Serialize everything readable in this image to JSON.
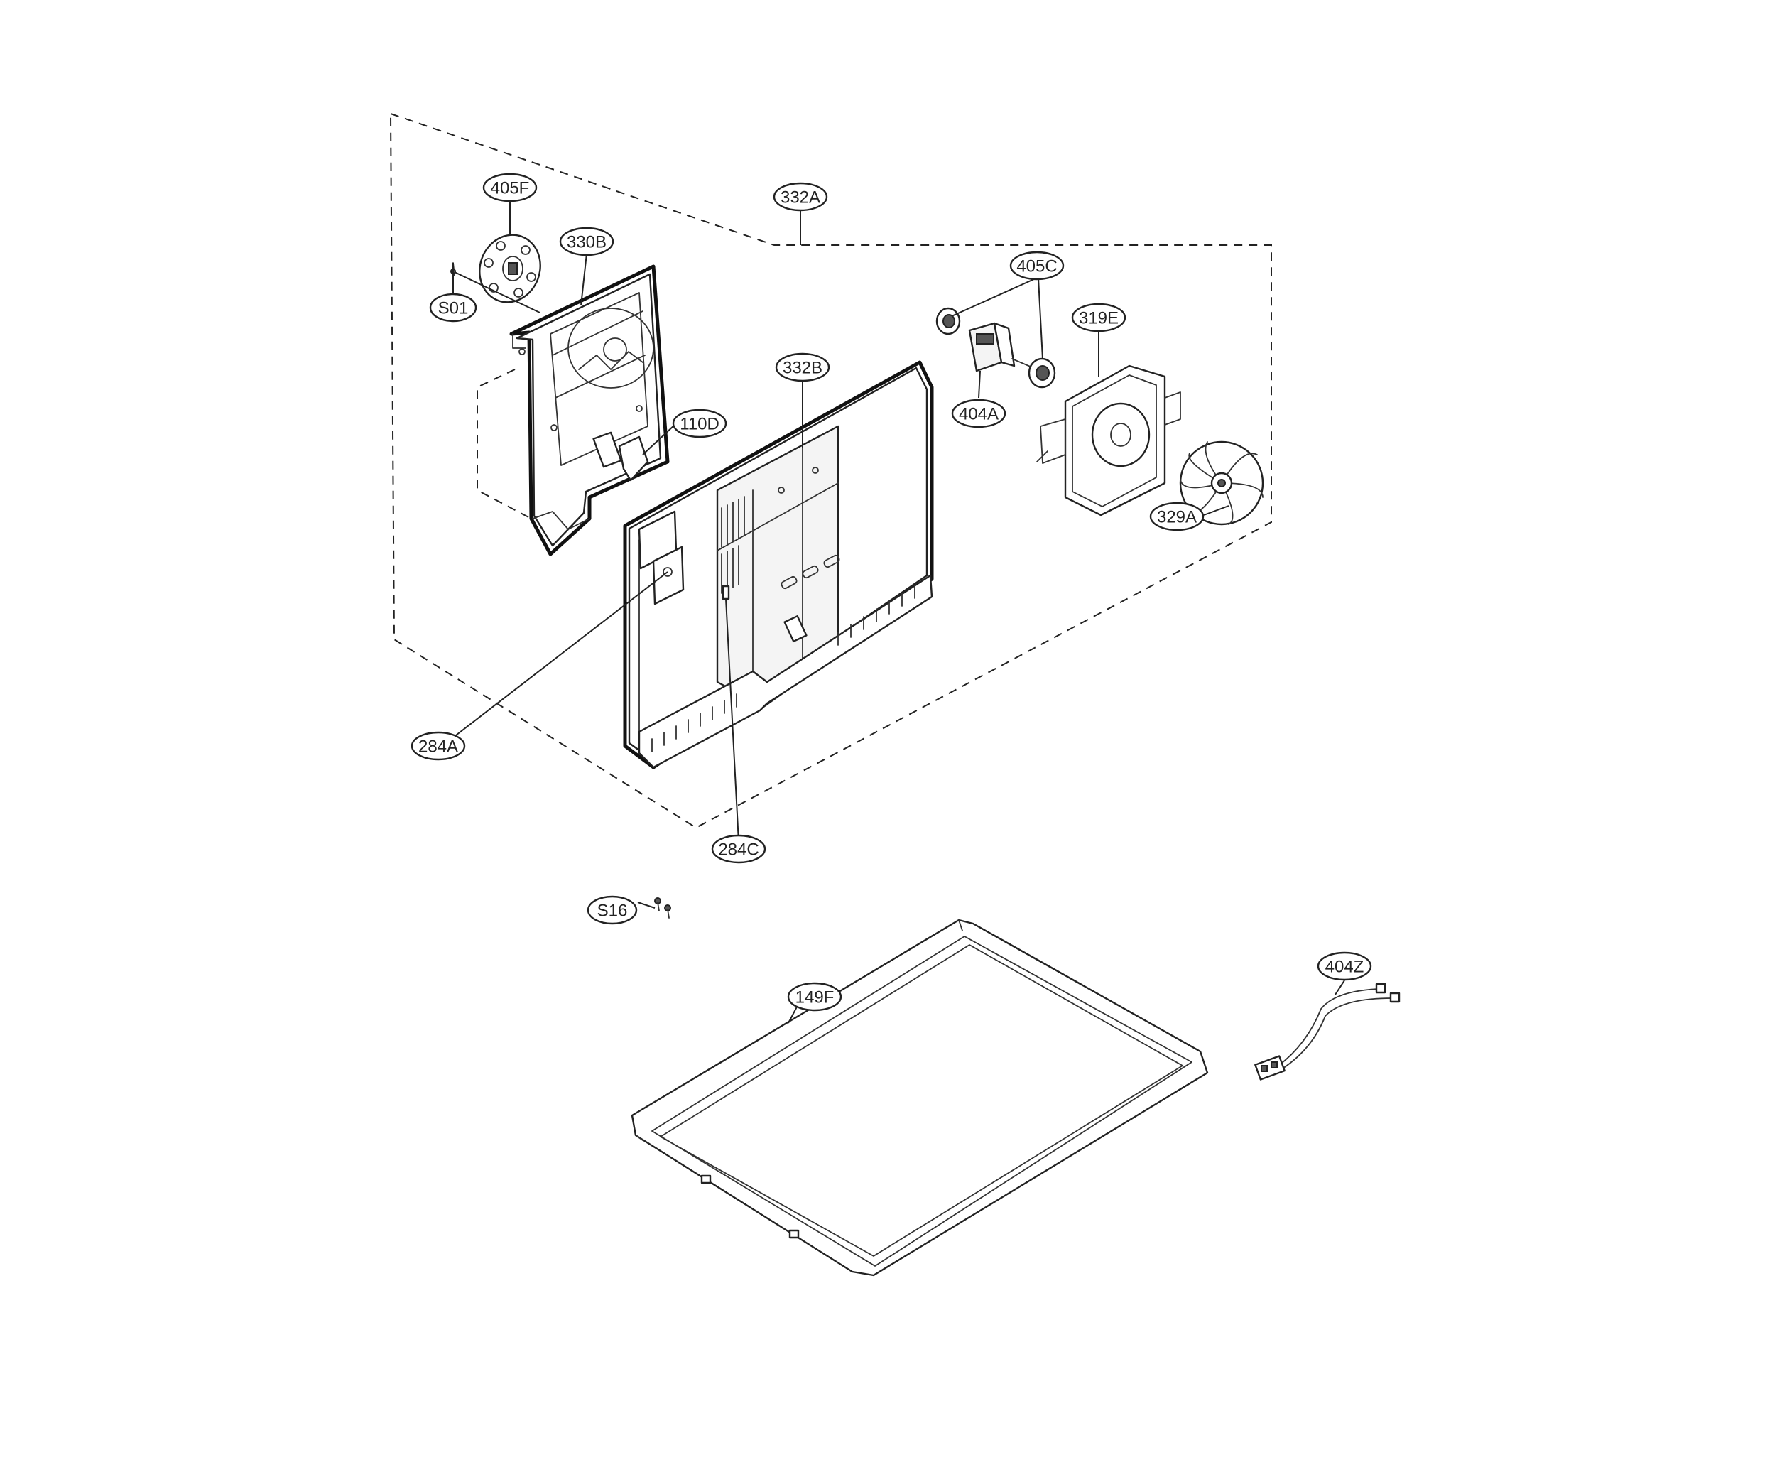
{
  "callouts": {
    "c332A": "332A",
    "c405F": "405F",
    "c330B": "330B",
    "cS01": "S01",
    "c110D": "110D",
    "c332B": "332B",
    "c405C": "405C",
    "c319E": "319E",
    "c404A": "404A",
    "c329A": "329A",
    "c284A": "284A",
    "c284C": "284C",
    "cS16": "S16",
    "c149F": "149F",
    "c404Z": "404Z"
  }
}
